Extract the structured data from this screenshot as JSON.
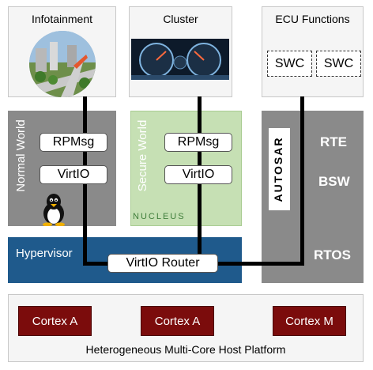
{
  "top": {
    "infotainment": "Infotainment",
    "cluster": "Cluster",
    "ecu_functions": "ECU Functions",
    "swc_1": "SWC",
    "swc_2": "SWC"
  },
  "normal_world": {
    "label": "Normal World",
    "rpmsg": "RPMsg",
    "virtio": "VirtIO"
  },
  "secure_world": {
    "label": "Secure World",
    "rpmsg": "RPMsg",
    "virtio": "VirtIO",
    "nucleus": "NUCLEUS"
  },
  "autosar_stack": {
    "logo": "AUTOSAR",
    "rte": "RTE",
    "bsw": "BSW",
    "rtos": "RTOS"
  },
  "hypervisor": {
    "label": "Hypervisor",
    "router": "VirtIO Router"
  },
  "platform": {
    "cores": [
      "Cortex A",
      "Cortex A",
      "Cortex M"
    ],
    "caption": "Heterogeneous Multi-Core Host Platform"
  },
  "colors": {
    "world_gray": "#8a8a8a",
    "secure_green": "#c6e0b4",
    "hypervisor_blue": "#1f5a8c",
    "core_red": "#7b0c0c"
  }
}
